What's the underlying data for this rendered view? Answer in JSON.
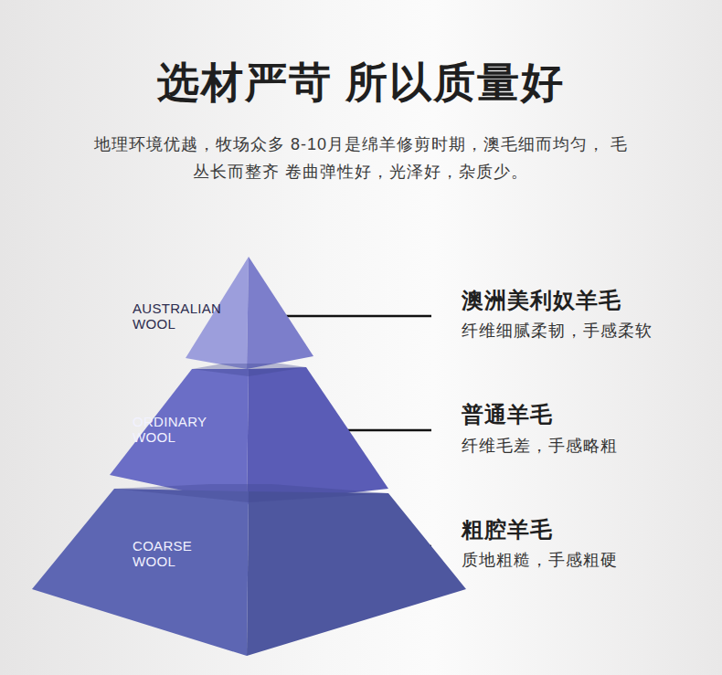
{
  "diagram": {
    "title": "选材严苛 所以质量好",
    "nodes": [
      {
        "text": [
          "AUSTRALIAN WOOL"
        ]
      },
      {
        "text": [
          "ORDINARY WOOL"
        ]
      },
      {
        "text": [
          "COARSE WOOL"
        ]
      }
    ],
    "labels": [
      "地理环境优越，牧场众多 8-10月是绵羊修剪时期，澳毛细而均匀， 毛丛长而整齐 卷曲弹性好，光泽好，杂质少。",
      "澳洲美利奴羊毛",
      "纤维细腻柔韧，手感柔软",
      "普通羊毛",
      "纤维毛差，手感略粗",
      "粗腔羊毛",
      "质地粗糙，手感粗硬"
    ]
  }
}
